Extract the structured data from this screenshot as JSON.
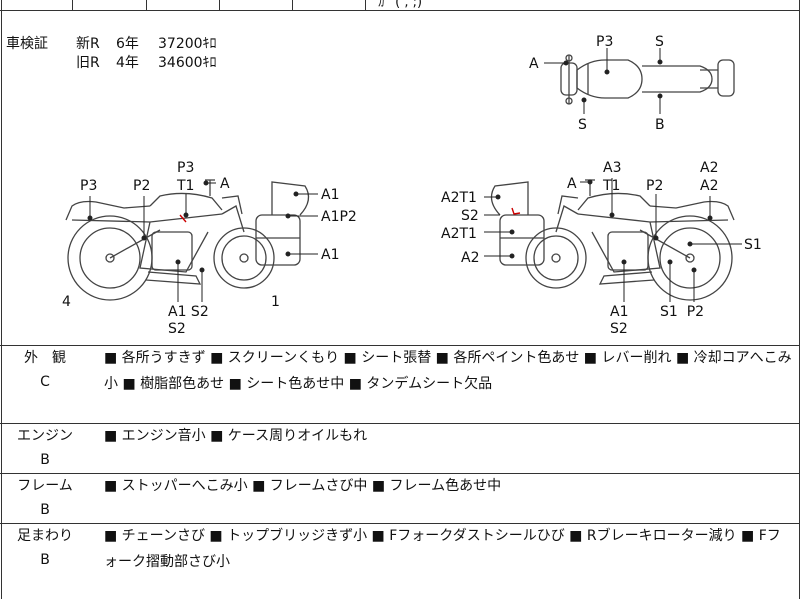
{
  "header": {
    "partial_text": "ｶﾞ ( , ;)"
  },
  "inspection": {
    "label": "車検証",
    "new_row": {
      "type": "新R",
      "year": "6年",
      "km": "37200ｷﾛ"
    },
    "old_row": {
      "type": "旧R",
      "year": "4年",
      "km": "34600ｷﾛ"
    }
  },
  "diagram_labels": {
    "top_view": {
      "A": "A",
      "P3": "P3",
      "S_top": "S",
      "S_bottom": "S",
      "B": "B"
    },
    "left_view": {
      "P3": "P3",
      "P2": "P2",
      "P3_top": "P3",
      "T1": "T1",
      "A": "A",
      "A1_a": "A1",
      "A1P2": "A1P2",
      "A1_b": "A1",
      "side_number": "4",
      "A1S2": "A1 S2",
      "S2": "S2",
      "side_1": "1"
    },
    "right_view": {
      "A2T1_a": "A2T1",
      "S2": "S2",
      "A2T1_b": "A2T1",
      "A2": "A2",
      "A": "A",
      "A3": "A3",
      "T1": "T1",
      "P2": "P2",
      "A2_top": "A2",
      "A2_second": "A2",
      "S1": "S1",
      "A1": "A1",
      "S2_bottom": "S2",
      "S1P2": "S1  P2"
    }
  },
  "sections": [
    {
      "name": "外　観",
      "grade": "C",
      "text": "■ 各所うすきず ■ スクリーンくもり ■ シート張替 ■ 各所ペイント色あせ ■ レバー削れ ■ 冷却コアへこみ小 ■ 樹脂部色あせ ■ シート色あせ中 ■ タンデムシート欠品"
    },
    {
      "name": "エンジン",
      "grade": "B",
      "text": "■ エンジン音小 ■ ケース周りオイルもれ"
    },
    {
      "name": "フレーム",
      "grade": "B",
      "text": "■ ストッパーへこみ小 ■ フレームさび中 ■ フレーム色あせ中"
    },
    {
      "name": "足まわり",
      "grade": "B",
      "text": "■ チェーンさび ■ トップブリッジきず小 ■ Fフォークダストシールひび ■ Rブレーキローター減り ■ Fフォーク摺動部さび小"
    }
  ],
  "colors": {
    "line": "#333333",
    "text": "#111111",
    "damage_mark": "#cc0000"
  }
}
